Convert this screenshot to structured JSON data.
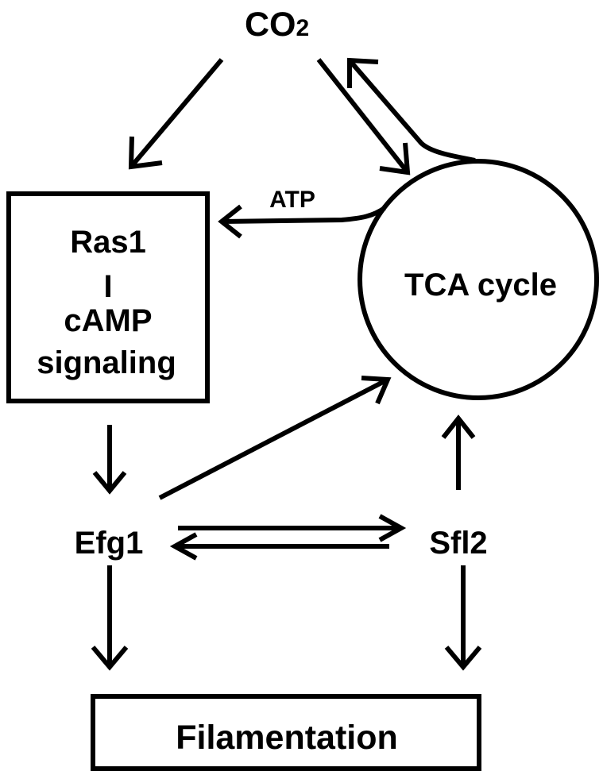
{
  "nodes": {
    "co2": {
      "main": "CO",
      "subscript": "2"
    },
    "ras_box": {
      "line1": "Ras1",
      "line2": "I",
      "line3": "cAMP",
      "line4": "signaling"
    },
    "tca": {
      "label": "TCA cycle"
    },
    "efg1": {
      "label": "Efg1"
    },
    "sfl2": {
      "label": "Sfl2"
    },
    "filamentation": {
      "label": "Filamentation"
    }
  },
  "edges": {
    "tca_to_ras": {
      "label": "ATP"
    }
  },
  "colors": {
    "ink": "#000000",
    "background": "#ffffff"
  }
}
